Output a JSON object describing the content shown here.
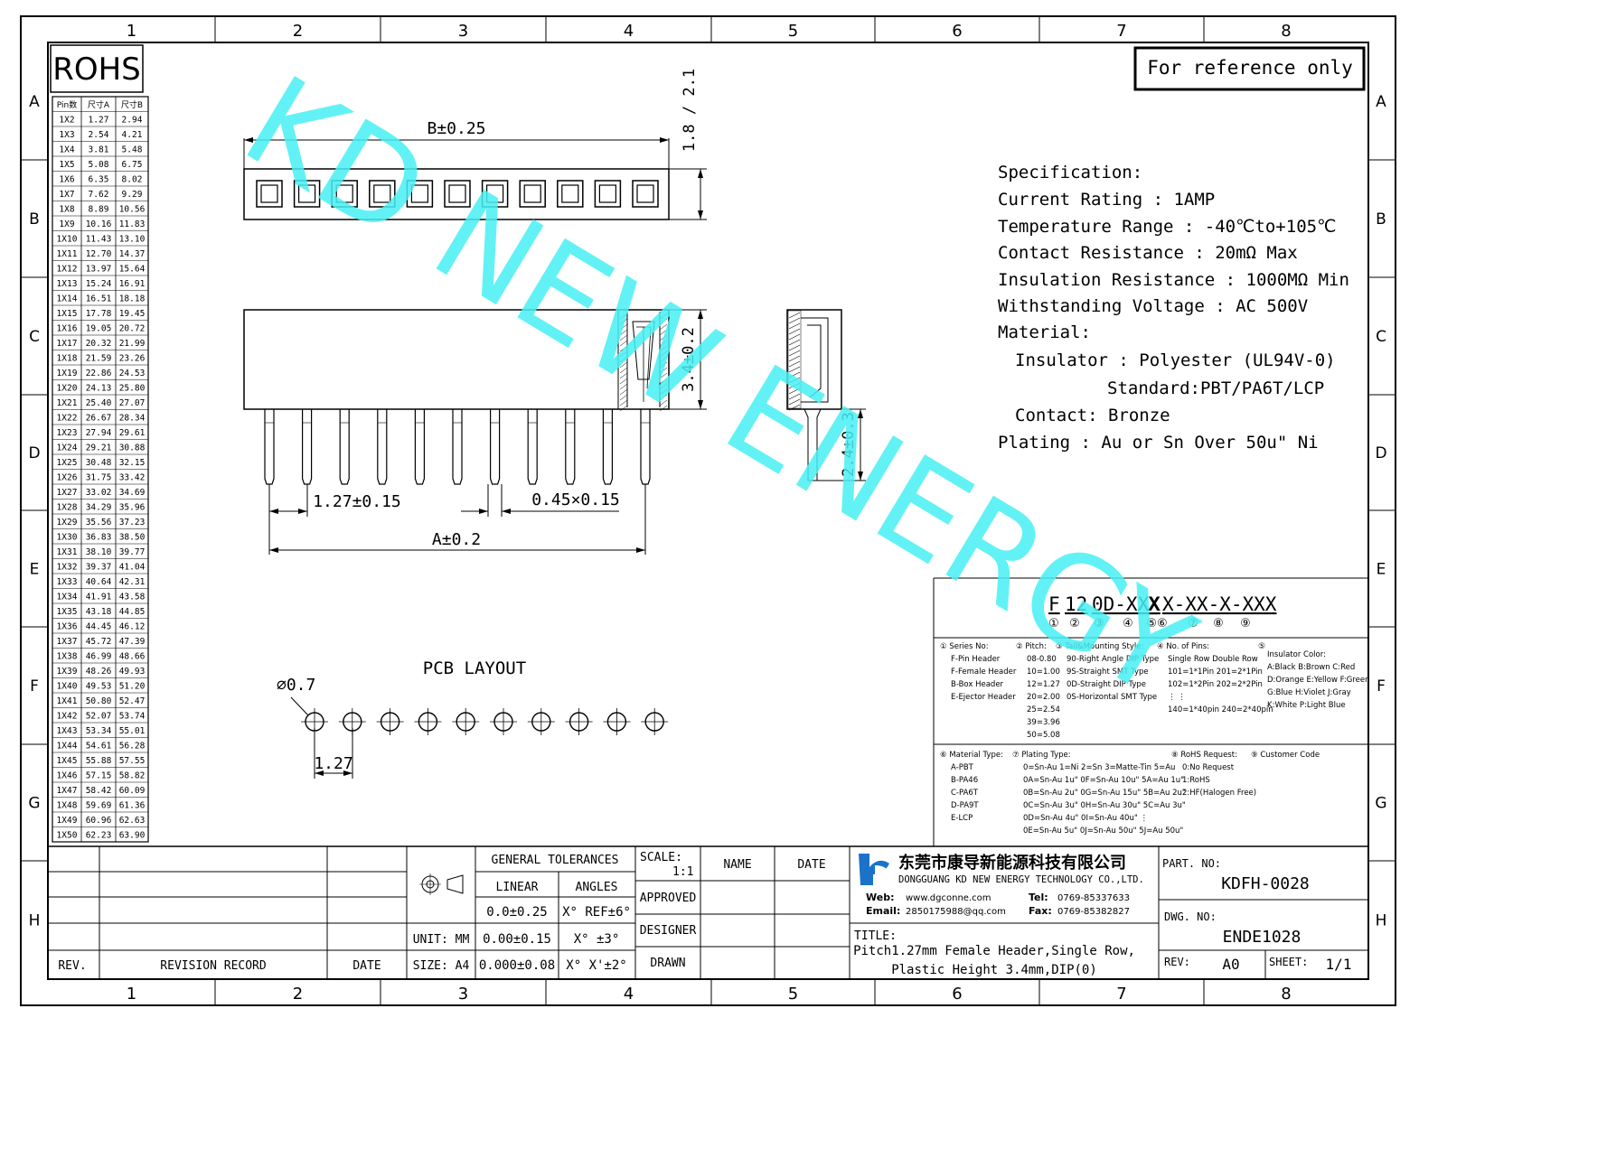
{
  "frame": {
    "columns": [
      "1",
      "2",
      "3",
      "4",
      "5",
      "6",
      "7",
      "8"
    ],
    "rows": [
      "A",
      "B",
      "C",
      "D",
      "E",
      "F",
      "G",
      "H"
    ]
  },
  "rohs": "ROHS",
  "reference": "For reference only",
  "pin_table": {
    "headers": [
      "Pin数",
      "尺寸A",
      "尺寸B"
    ],
    "rows": [
      [
        "1X2",
        "1.27",
        "2.94"
      ],
      [
        "1X3",
        "2.54",
        "4.21"
      ],
      [
        "1X4",
        "3.81",
        "5.48"
      ],
      [
        "1X5",
        "5.08",
        "6.75"
      ],
      [
        "1X6",
        "6.35",
        "8.02"
      ],
      [
        "1X7",
        "7.62",
        "9.29"
      ],
      [
        "1X8",
        "8.89",
        "10.56"
      ],
      [
        "1X9",
        "10.16",
        "11.83"
      ],
      [
        "1X10",
        "11.43",
        "13.10"
      ],
      [
        "1X11",
        "12.70",
        "14.37"
      ],
      [
        "1X12",
        "13.97",
        "15.64"
      ],
      [
        "1X13",
        "15.24",
        "16.91"
      ],
      [
        "1X14",
        "16.51",
        "18.18"
      ],
      [
        "1X15",
        "17.78",
        "19.45"
      ],
      [
        "1X16",
        "19.05",
        "20.72"
      ],
      [
        "1X17",
        "20.32",
        "21.99"
      ],
      [
        "1X18",
        "21.59",
        "23.26"
      ],
      [
        "1X19",
        "22.86",
        "24.53"
      ],
      [
        "1X20",
        "24.13",
        "25.80"
      ],
      [
        "1X21",
        "25.40",
        "27.07"
      ],
      [
        "1X22",
        "26.67",
        "28.34"
      ],
      [
        "1X23",
        "27.94",
        "29.61"
      ],
      [
        "1X24",
        "29.21",
        "30.88"
      ],
      [
        "1X25",
        "30.48",
        "32.15"
      ],
      [
        "1X26",
        "31.75",
        "33.42"
      ],
      [
        "1X27",
        "33.02",
        "34.69"
      ],
      [
        "1X28",
        "34.29",
        "35.96"
      ],
      [
        "1X29",
        "35.56",
        "37.23"
      ],
      [
        "1X30",
        "36.83",
        "38.50"
      ],
      [
        "1X31",
        "38.10",
        "39.77"
      ],
      [
        "1X32",
        "39.37",
        "41.04"
      ],
      [
        "1X33",
        "40.64",
        "42.31"
      ],
      [
        "1X34",
        "41.91",
        "43.58"
      ],
      [
        "1X35",
        "43.18",
        "44.85"
      ],
      [
        "1X36",
        "44.45",
        "46.12"
      ],
      [
        "1X37",
        "45.72",
        "47.39"
      ],
      [
        "1X38",
        "46.99",
        "48.66"
      ],
      [
        "1X39",
        "48.26",
        "49.93"
      ],
      [
        "1X40",
        "49.53",
        "51.20"
      ],
      [
        "1X41",
        "50.80",
        "52.47"
      ],
      [
        "1X42",
        "52.07",
        "53.74"
      ],
      [
        "1X43",
        "53.34",
        "55.01"
      ],
      [
        "1X44",
        "54.61",
        "56.28"
      ],
      [
        "1X45",
        "55.88",
        "57.55"
      ],
      [
        "1X46",
        "57.15",
        "58.82"
      ],
      [
        "1X47",
        "58.42",
        "60.09"
      ],
      [
        "1X48",
        "59.69",
        "61.36"
      ],
      [
        "1X49",
        "60.96",
        "62.63"
      ],
      [
        "1X50",
        "62.23",
        "63.90"
      ]
    ]
  },
  "dims": {
    "b": "B±0.25",
    "top_h": "1.8 / 2.1",
    "body_h": "3.4±0.2",
    "tail": "2.4±0.3",
    "pitch": "1.27±0.15",
    "pin_w": "0.45×0.15",
    "a": "A±0.2",
    "hole": "⌀0.7",
    "pcb_pitch": "1.27"
  },
  "pcb_title": "PCB LAYOUT",
  "spec": [
    "Specification:",
    "Current Rating : 1AMP",
    "Temperature Range : -40℃to+105℃",
    "Contact Resistance : 20mΩ Max",
    "Insulation Resistance : 1000MΩ Min",
    "Withstanding Voltage : AC 500V",
    "Material:",
    "Insulator : Polyester (UL94V-0)",
    "Standard:PBT/PA6T/LCP",
    "Contact: Bronze",
    "Plating : Au or Sn Over 50u\" Ni"
  ],
  "watermark": "KD NEW ENERGY",
  "part_code": {
    "parts": [
      "F",
      "12",
      "0D-XXX",
      "X",
      "X-XX-X-XXX"
    ],
    "circles": [
      "①",
      "②",
      "③",
      "④",
      "⑤⑥",
      "⑦",
      "⑧",
      "⑨"
    ]
  },
  "legend": {
    "c1": [
      "① Series No:",
      "F-Pin Header",
      "F-Female Header",
      "B-Box Header",
      "E-Ejector Header"
    ],
    "c2": [
      "② Pitch:",
      "08-0.80",
      "10=1.00",
      "12=1.27",
      "20=2.00",
      "25=2.54",
      "39=3.96",
      "50=5.08"
    ],
    "c3": [
      "③ Tail&Mounting Style:",
      "90-Right Angle DIP Type",
      "9S-Straight SMT Type",
      "0D-Straight DIP Type",
      "0S-Horizontal SMT Type"
    ],
    "c4": [
      "④ No. of Pins:",
      "Single Row  Double Row",
      "101=1*1Pin  201=2*1Pin",
      "102=1*2Pin  202=2*2Pin",
      "  ⋮           ⋮",
      "140=1*40pin 240=2*40pin"
    ],
    "c5": [
      "⑤",
      "Insulator Color:",
      "A:Black  B:Brown  C:Red",
      "D:Orange E:Yellow F:Green",
      "G:Blue  H:Violet J:Gray",
      "K:White  P:Light Blue"
    ],
    "c6": [
      "⑥ Material Type:",
      "A-PBT",
      "B-PA46",
      "C-PA6T",
      "D-PA9T",
      "E-LCP"
    ],
    "c7": [
      "⑦ Plating Type:",
      "0=Sn-Au 1=Ni 2=Sn 3=Matte-Tin 5=Au",
      "0A=Sn-Au 1u\" 0F=Sn-Au 10u\" 5A=Au 1u\"",
      "0B=Sn-Au 2u\" 0G=Sn-Au 15u\" 5B=Au 2u\"",
      "0C=Sn-Au 3u\" 0H=Sn-Au 30u\" 5C=Au 3u\"",
      "0D=Sn-Au 4u\" 0I=Sn-Au 40u\"    ⋮",
      "0E=Sn-Au 5u\" 0J=Sn-Au 50u\" 5J=Au 50u\""
    ],
    "c8": [
      "⑧ RoHS Request:",
      "0:No Request",
      "1:RoHS",
      "2:HF(Halogen Free)"
    ],
    "c9": [
      "⑨ Customer Code"
    ]
  },
  "title_block": {
    "rev": "REV.",
    "revision_record": "REVISION RECORD",
    "date": "DATE",
    "general_tol": "GENERAL TOLERANCES",
    "linear": "LINEAR",
    "angles": "ANGLES",
    "tol1": "0.0±0.25",
    "tol2": "0.00±0.15",
    "tol3": "0.000±0.08",
    "ang1": "X° REF±6°",
    "ang2": "X° ±3°",
    "ang3": "X° X'±2°",
    "unit": "UNIT: MM",
    "size": "SIZE: A4",
    "scale": "SCALE:",
    "scale_val": "1:1",
    "name": "NAME",
    "date2": "DATE",
    "approved": "APPROVED",
    "designer": "DESIGNER",
    "drawn": "DRAWN",
    "company_cn": "东莞市康导新能源科技有限公司",
    "company_en": "DONGGUANG KD NEW ENERGY TECHNOLOGY CO.,LTD.",
    "web_label": "Web:",
    "web": "www.dgconne.com",
    "email_label": "Email:",
    "email": "2850175988@qq.com",
    "tel_label": "Tel:",
    "tel": "0769-85337633",
    "fax_label": "Fax:",
    "fax": "0769-85382827",
    "title_label": "TITLE:",
    "title1": "Pitch1.27mm Female Header,Single Row,",
    "title2": "Plastic Height 3.4mm,DIP(0)",
    "part_no_label": "PART. NO:",
    "part_no": "KDFH-0028",
    "dwg_no_label": "DWG. NO:",
    "dwg_no": "ENDE1028",
    "rev_label": "REV:",
    "rev_val": "A0",
    "sheet_label": "SHEET:",
    "sheet_val": "1/1"
  },
  "colors": {
    "watermark": "#47f0f3",
    "line": "#000000"
  }
}
